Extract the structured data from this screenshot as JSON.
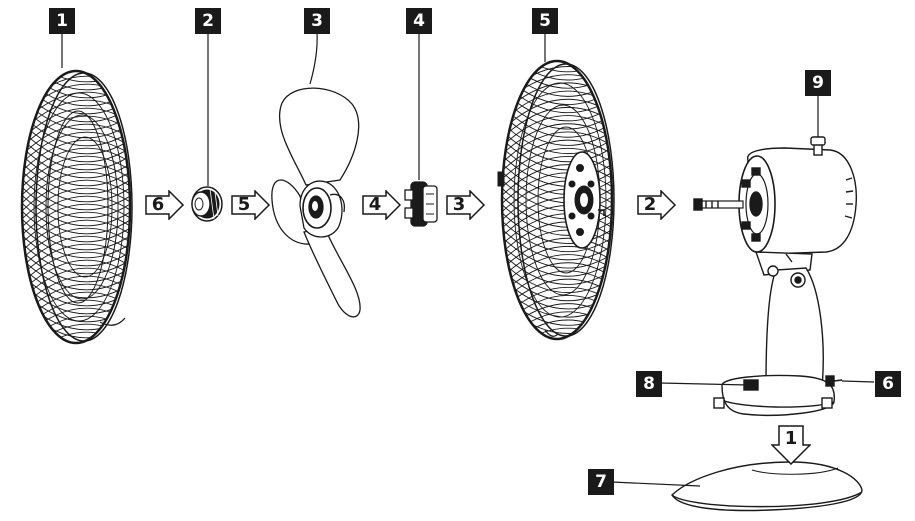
{
  "labels": {
    "outer_grill": "1",
    "spinner_nut": "2",
    "blade": "3",
    "locking_nut": "4",
    "inner_grill": "5",
    "cord_lead": "6",
    "base_plate": "7",
    "switch": "8",
    "oscillation_knob": "9"
  },
  "steps": {
    "s6": "6",
    "s5": "5",
    "s4": "4",
    "s3": "3",
    "s2": "2",
    "s1": "1"
  },
  "colors": {
    "ink": "#1a1a1a",
    "paper": "#ffffff",
    "label_bg": "#1a1a1a",
    "label_text": "#ffffff"
  }
}
